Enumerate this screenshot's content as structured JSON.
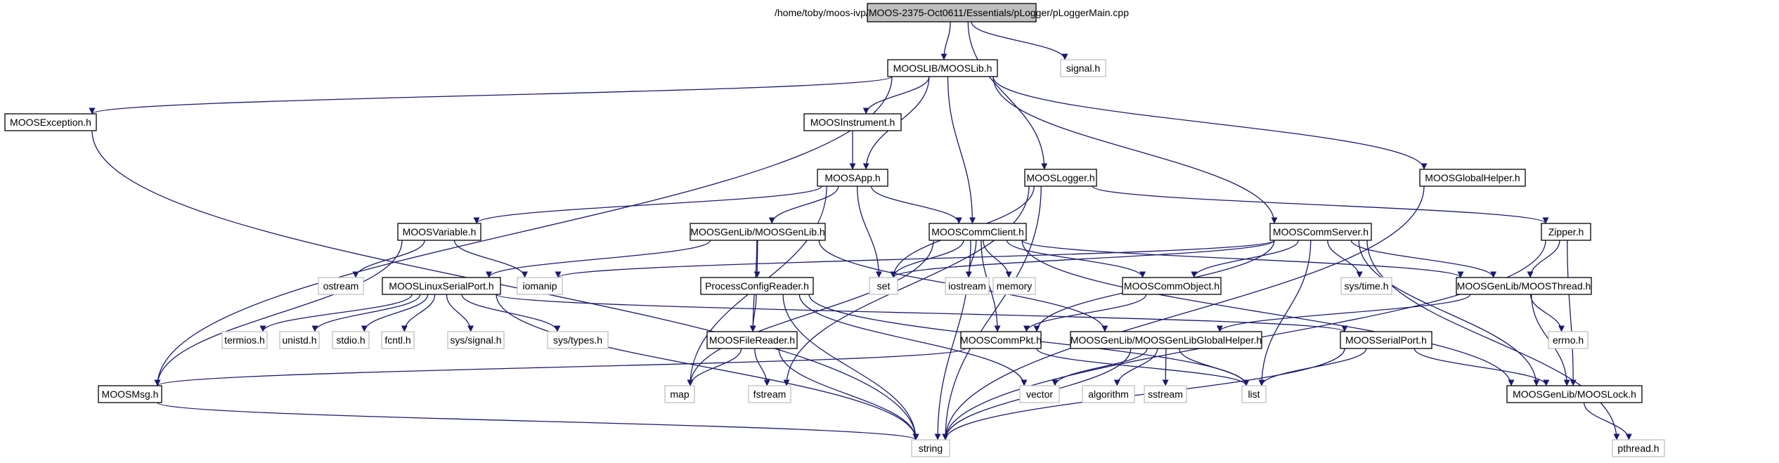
{
  "colors": {
    "edge": "#191970",
    "root_fill": "#bfbfbf",
    "header_stroke": "#000000",
    "system_stroke": "#bfbfbf",
    "system_text": "#7f7f7f",
    "text": "#000000"
  },
  "nodes": [
    {
      "id": "root",
      "label": "/home/toby/moos-ivp/MOOS-2375-Oct0611/Essentials/pLogger/pLoggerMain.cpp",
      "kind": "root"
    },
    {
      "id": "mooslib",
      "label": "MOOSLIB/MOOSLib.h",
      "kind": "header"
    },
    {
      "id": "signal",
      "label": "signal.h",
      "kind": "system"
    },
    {
      "id": "moosexception",
      "label": "MOOSException.h",
      "kind": "header"
    },
    {
      "id": "moosinstrument",
      "label": "MOOSInstrument.h",
      "kind": "header"
    },
    {
      "id": "moosapp",
      "label": "MOOSApp.h",
      "kind": "header"
    },
    {
      "id": "mooslogger",
      "label": "MOOSLogger.h",
      "kind": "header"
    },
    {
      "id": "moosglobalhelper",
      "label": "MOOSGlobalHelper.h",
      "kind": "header"
    },
    {
      "id": "moosvariable",
      "label": "MOOSVariable.h",
      "kind": "header"
    },
    {
      "id": "moosgenlib",
      "label": "MOOSGenLib/MOOSGenLib.h",
      "kind": "header"
    },
    {
      "id": "mooscommclient",
      "label": "MOOSCommClient.h",
      "kind": "header"
    },
    {
      "id": "mooscommserver",
      "label": "MOOSCommServer.h",
      "kind": "header"
    },
    {
      "id": "zipper",
      "label": "Zipper.h",
      "kind": "header"
    },
    {
      "id": "ostream",
      "label": "ostream",
      "kind": "system"
    },
    {
      "id": "iomanip",
      "label": "iomanip",
      "kind": "system"
    },
    {
      "id": "mooslinuxserialport",
      "label": "MOOSLinuxSerialPort.h",
      "kind": "header"
    },
    {
      "id": "processconfigreader",
      "label": "ProcessConfigReader.h",
      "kind": "header"
    },
    {
      "id": "set",
      "label": "set",
      "kind": "system"
    },
    {
      "id": "iostream",
      "label": "iostream",
      "kind": "system"
    },
    {
      "id": "memory",
      "label": "memory",
      "kind": "system"
    },
    {
      "id": "mooscommobject",
      "label": "MOOSCommObject.h",
      "kind": "header"
    },
    {
      "id": "systime",
      "label": "sys/time.h",
      "kind": "system"
    },
    {
      "id": "moosthread",
      "label": "MOOSGenLib/MOOSThread.h",
      "kind": "header"
    },
    {
      "id": "termios",
      "label": "termios.h",
      "kind": "system"
    },
    {
      "id": "unistd",
      "label": "unistd.h",
      "kind": "system"
    },
    {
      "id": "stdio",
      "label": "stdio.h",
      "kind": "system"
    },
    {
      "id": "fcntl",
      "label": "fcntl.h",
      "kind": "system"
    },
    {
      "id": "syssignal",
      "label": "sys/signal.h",
      "kind": "system"
    },
    {
      "id": "systypes",
      "label": "sys/types.h",
      "kind": "system"
    },
    {
      "id": "moosfilereader",
      "label": "MOOSFileReader.h",
      "kind": "header"
    },
    {
      "id": "mooscommpkt",
      "label": "MOOSCommPkt.h",
      "kind": "header"
    },
    {
      "id": "moosgenlibglobalhelper",
      "label": "MOOSGenLib/MOOSGenLibGlobalHelper.h",
      "kind": "header"
    },
    {
      "id": "moosserialport",
      "label": "MOOSSerialPort.h",
      "kind": "header"
    },
    {
      "id": "errno",
      "label": "errno.h",
      "kind": "system"
    },
    {
      "id": "moosmsg",
      "label": "MOOSMsg.h",
      "kind": "header"
    },
    {
      "id": "map",
      "label": "map",
      "kind": "system"
    },
    {
      "id": "fstream",
      "label": "fstream",
      "kind": "system"
    },
    {
      "id": "vector",
      "label": "vector",
      "kind": "system"
    },
    {
      "id": "algorithm",
      "label": "algorithm",
      "kind": "system"
    },
    {
      "id": "sstream",
      "label": "sstream",
      "kind": "system"
    },
    {
      "id": "list",
      "label": "list",
      "kind": "system"
    },
    {
      "id": "mooslock",
      "label": "MOOSGenLib/MOOSLock.h",
      "kind": "header"
    },
    {
      "id": "string",
      "label": "string",
      "kind": "system"
    },
    {
      "id": "pthread",
      "label": "pthread.h",
      "kind": "system"
    }
  ],
  "edges": [
    [
      "root",
      "mooslib"
    ],
    [
      "root",
      "signal"
    ],
    [
      "root",
      "mooslogger"
    ],
    [
      "mooslib",
      "moosexception"
    ],
    [
      "mooslib",
      "moosinstrument"
    ],
    [
      "mooslib",
      "moosapp"
    ],
    [
      "mooslib",
      "moosmsg"
    ],
    [
      "mooslib",
      "mooscommclient"
    ],
    [
      "mooslib",
      "mooscommserver"
    ],
    [
      "mooslib",
      "moosglobalhelper"
    ],
    [
      "moosexception",
      "string"
    ],
    [
      "moosinstrument",
      "moosapp"
    ],
    [
      "moosapp",
      "moosvariable"
    ],
    [
      "moosapp",
      "moosgenlib"
    ],
    [
      "moosapp",
      "mooscommclient"
    ],
    [
      "moosapp",
      "set"
    ],
    [
      "moosapp",
      "map"
    ],
    [
      "mooslogger",
      "set"
    ],
    [
      "mooslogger",
      "zipper"
    ],
    [
      "mooslogger",
      "string"
    ],
    [
      "mooslogger",
      "fstream"
    ],
    [
      "moosglobalhelper",
      "string"
    ],
    [
      "moosvariable",
      "ostream"
    ],
    [
      "moosvariable",
      "iomanip"
    ],
    [
      "moosvariable",
      "moosmsg"
    ],
    [
      "moosgenlib",
      "mooslinuxserialport"
    ],
    [
      "moosgenlib",
      "processconfigreader"
    ],
    [
      "moosgenlib",
      "moosfilereader"
    ],
    [
      "moosgenlib",
      "moosgenlibglobalhelper"
    ],
    [
      "mooscommclient",
      "set"
    ],
    [
      "mooscommclient",
      "iostream"
    ],
    [
      "mooscommclient",
      "memory"
    ],
    [
      "mooscommclient",
      "mooscommobject"
    ],
    [
      "mooscommclient",
      "moosthread"
    ],
    [
      "mooscommclient",
      "mooslock"
    ],
    [
      "mooscommclient",
      "string"
    ],
    [
      "mooscommclient",
      "map"
    ],
    [
      "mooscommclient",
      "mooscommpkt"
    ],
    [
      "mooscommserver",
      "iomanip"
    ],
    [
      "mooscommserver",
      "set"
    ],
    [
      "mooscommserver",
      "mooscommobject"
    ],
    [
      "mooscommserver",
      "systime"
    ],
    [
      "mooscommserver",
      "moosthread"
    ],
    [
      "mooscommserver",
      "mooslock"
    ],
    [
      "mooscommserver",
      "pthread"
    ],
    [
      "mooscommserver",
      "list"
    ],
    [
      "mooscommserver",
      "mooscommpkt"
    ],
    [
      "zipper",
      "moosthread"
    ],
    [
      "zipper",
      "mooslock"
    ],
    [
      "zipper",
      "string"
    ],
    [
      "mooslinuxserialport",
      "termios"
    ],
    [
      "mooslinuxserialport",
      "unistd"
    ],
    [
      "mooslinuxserialport",
      "stdio"
    ],
    [
      "mooslinuxserialport",
      "fcntl"
    ],
    [
      "mooslinuxserialport",
      "syssignal"
    ],
    [
      "mooslinuxserialport",
      "systypes"
    ],
    [
      "mooslinuxserialport",
      "moosserialport"
    ],
    [
      "mooslinuxserialport",
      "string"
    ],
    [
      "processconfigreader",
      "moosfilereader"
    ],
    [
      "processconfigreader",
      "string"
    ],
    [
      "processconfigreader",
      "vector"
    ],
    [
      "processconfigreader",
      "list"
    ],
    [
      "mooscommobject",
      "mooscommpkt"
    ],
    [
      "moosthread",
      "moosgenlibglobalhelper"
    ],
    [
      "moosthread",
      "errno"
    ],
    [
      "moosthread",
      "mooslock"
    ],
    [
      "moosfilereader",
      "map"
    ],
    [
      "moosfilereader",
      "fstream"
    ],
    [
      "moosfilereader",
      "string"
    ],
    [
      "mooscommpkt",
      "moosmsg"
    ],
    [
      "mooscommpkt",
      "list"
    ],
    [
      "moosgenlibglobalhelper",
      "vector"
    ],
    [
      "moosgenlibglobalhelper",
      "algorithm"
    ],
    [
      "moosgenlibglobalhelper",
      "sstream"
    ],
    [
      "moosgenlibglobalhelper",
      "list"
    ],
    [
      "moosgenlibglobalhelper",
      "string"
    ],
    [
      "moosserialport",
      "list"
    ],
    [
      "moosserialport",
      "string"
    ],
    [
      "moosserialport",
      "mooslock"
    ],
    [
      "moosmsg",
      "string"
    ],
    [
      "mooslock",
      "pthread"
    ]
  ]
}
